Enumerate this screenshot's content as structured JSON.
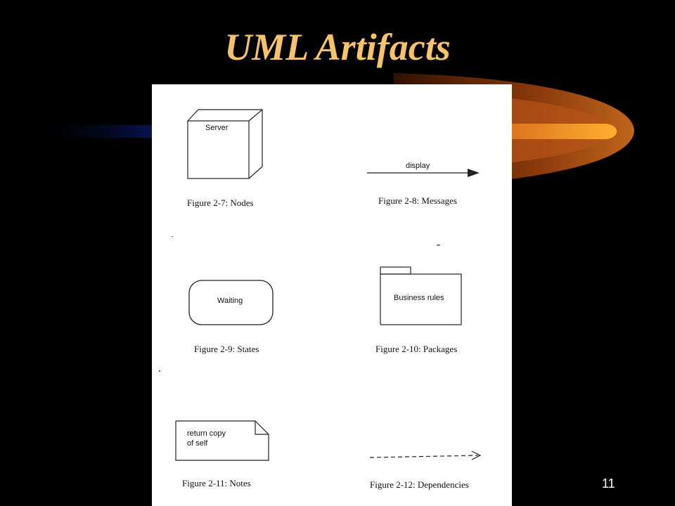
{
  "slide": {
    "title": "UML Artifacts",
    "number": "11"
  },
  "figures": {
    "nodes": {
      "label": "Server",
      "caption": "Figure 2-7: Nodes"
    },
    "messages": {
      "label": "display",
      "caption": "Figure 2-8: Messages"
    },
    "states": {
      "label": "Waiting",
      "caption": "Figure 2-9: States"
    },
    "packages": {
      "label": "Business rules",
      "caption": "Figure 2-10: Packages"
    },
    "notes": {
      "label_line1": "return copy",
      "label_line2": "of self",
      "caption": "Figure 2-11: Notes"
    },
    "dependencies": {
      "caption": "Figure 2-12: Dependencies"
    }
  },
  "colors": {
    "title": "#f6c26a",
    "background": "#000000",
    "comet_orange": "#e0701c",
    "comet_blue": "#0a1a6a"
  }
}
